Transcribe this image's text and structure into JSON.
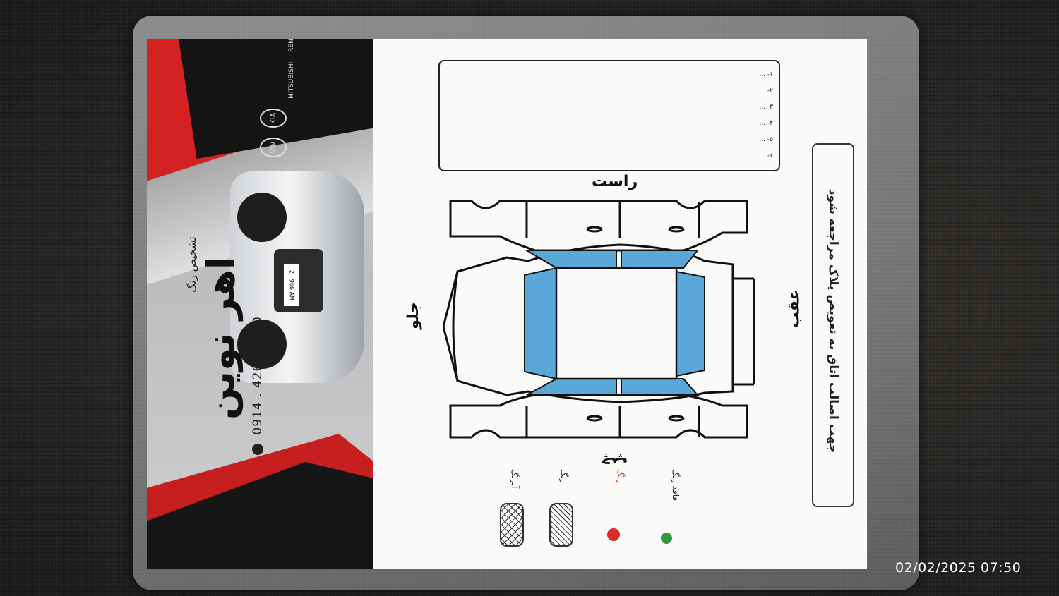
{
  "ad": {
    "logos": [
      "VW",
      "KIA",
      "MITSUBISHI",
      "RENAULT"
    ],
    "plate_text": "2 · 966 AM",
    "subtitle": "تشخیص رنگ",
    "shop_name": "اهر نوین",
    "phone": "0914 . 426 . 6370"
  },
  "sheet": {
    "notes": [
      "۱- ...",
      "۲- ...",
      "۳- ...",
      "۴- ...",
      "۵- ...",
      "۶- ..."
    ],
    "labels": {
      "right": "راست",
      "front": "جلو",
      "back": "عقب",
      "left": "چپ"
    },
    "banner": "جهت اصالت اتاق به تعویض پلاک مراجعه شود",
    "legend": [
      {
        "label": "آبرنگ",
        "kind": "crosshatch",
        "icon": "crosshatch-swatch-icon"
      },
      {
        "label": "رنگ",
        "kind": "hatch",
        "icon": "hatch-swatch-icon"
      },
      {
        "label": "رنگ",
        "kind": "dot",
        "color": "#e02a2a",
        "icon": "red-dot-icon"
      },
      {
        "label": "فاقد رنگ",
        "kind": "dot",
        "color": "#2f9a3a",
        "icon": "green-dot-icon"
      }
    ],
    "panel_fill": "#5aa8d8"
  },
  "timestamp": "02/02/2025  07:50"
}
